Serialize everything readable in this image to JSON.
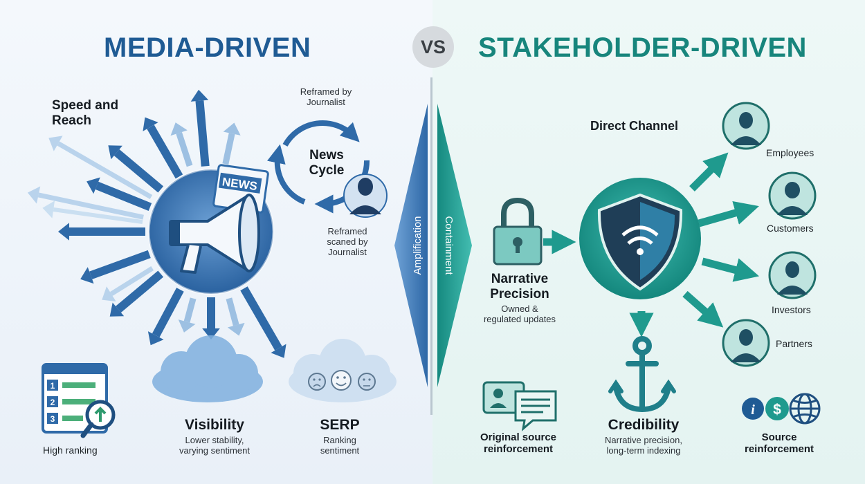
{
  "header": {
    "left_title": "MEDIA-DRIVEN",
    "vs": "VS",
    "right_title": "STAKEHOLDER-DRIVEN"
  },
  "left": {
    "speed_reach": "Speed and\nReach",
    "newspaper_text": "NEWS",
    "cycle_label": "News\nCycle",
    "reframed_top": "Reframed by\nJournalist",
    "reframed_bottom": "Reframed\nscaned by\nJournalist",
    "high_ranking": "High ranking",
    "visibility_title": "Visibility",
    "visibility_sub": "Lower stability,\nvarying sentiment",
    "serp_title": "SERP",
    "serp_sub": "Ranking\nsentiment",
    "ranking_numbers": [
      "1",
      "2",
      "3"
    ],
    "wedge_label": "Amplification"
  },
  "right": {
    "wedge_label": "Containment",
    "direct_channel": "Direct Channel",
    "narrative_title": "Narrative\nPrecision",
    "narrative_sub": "Owned &\nregulated updates",
    "stakeholders": [
      "Employees",
      "Customers",
      "Investors",
      "Partners"
    ],
    "credibility_title": "Credibility",
    "credibility_sub": "Narrative precision,\nlong-term indexing",
    "original_source": "Original source\nreinforcement",
    "source_reinforcement": "Source\nreinforcement",
    "info_glyph": "i",
    "dollar_glyph": "$"
  },
  "colors": {
    "blue_primary": "#2f6aa8",
    "blue_dark": "#1f5b94",
    "blue_light": "#9dc0e2",
    "teal_primary": "#1f9a8e",
    "teal_dark": "#17857c",
    "teal_light": "#a9ddd6"
  }
}
